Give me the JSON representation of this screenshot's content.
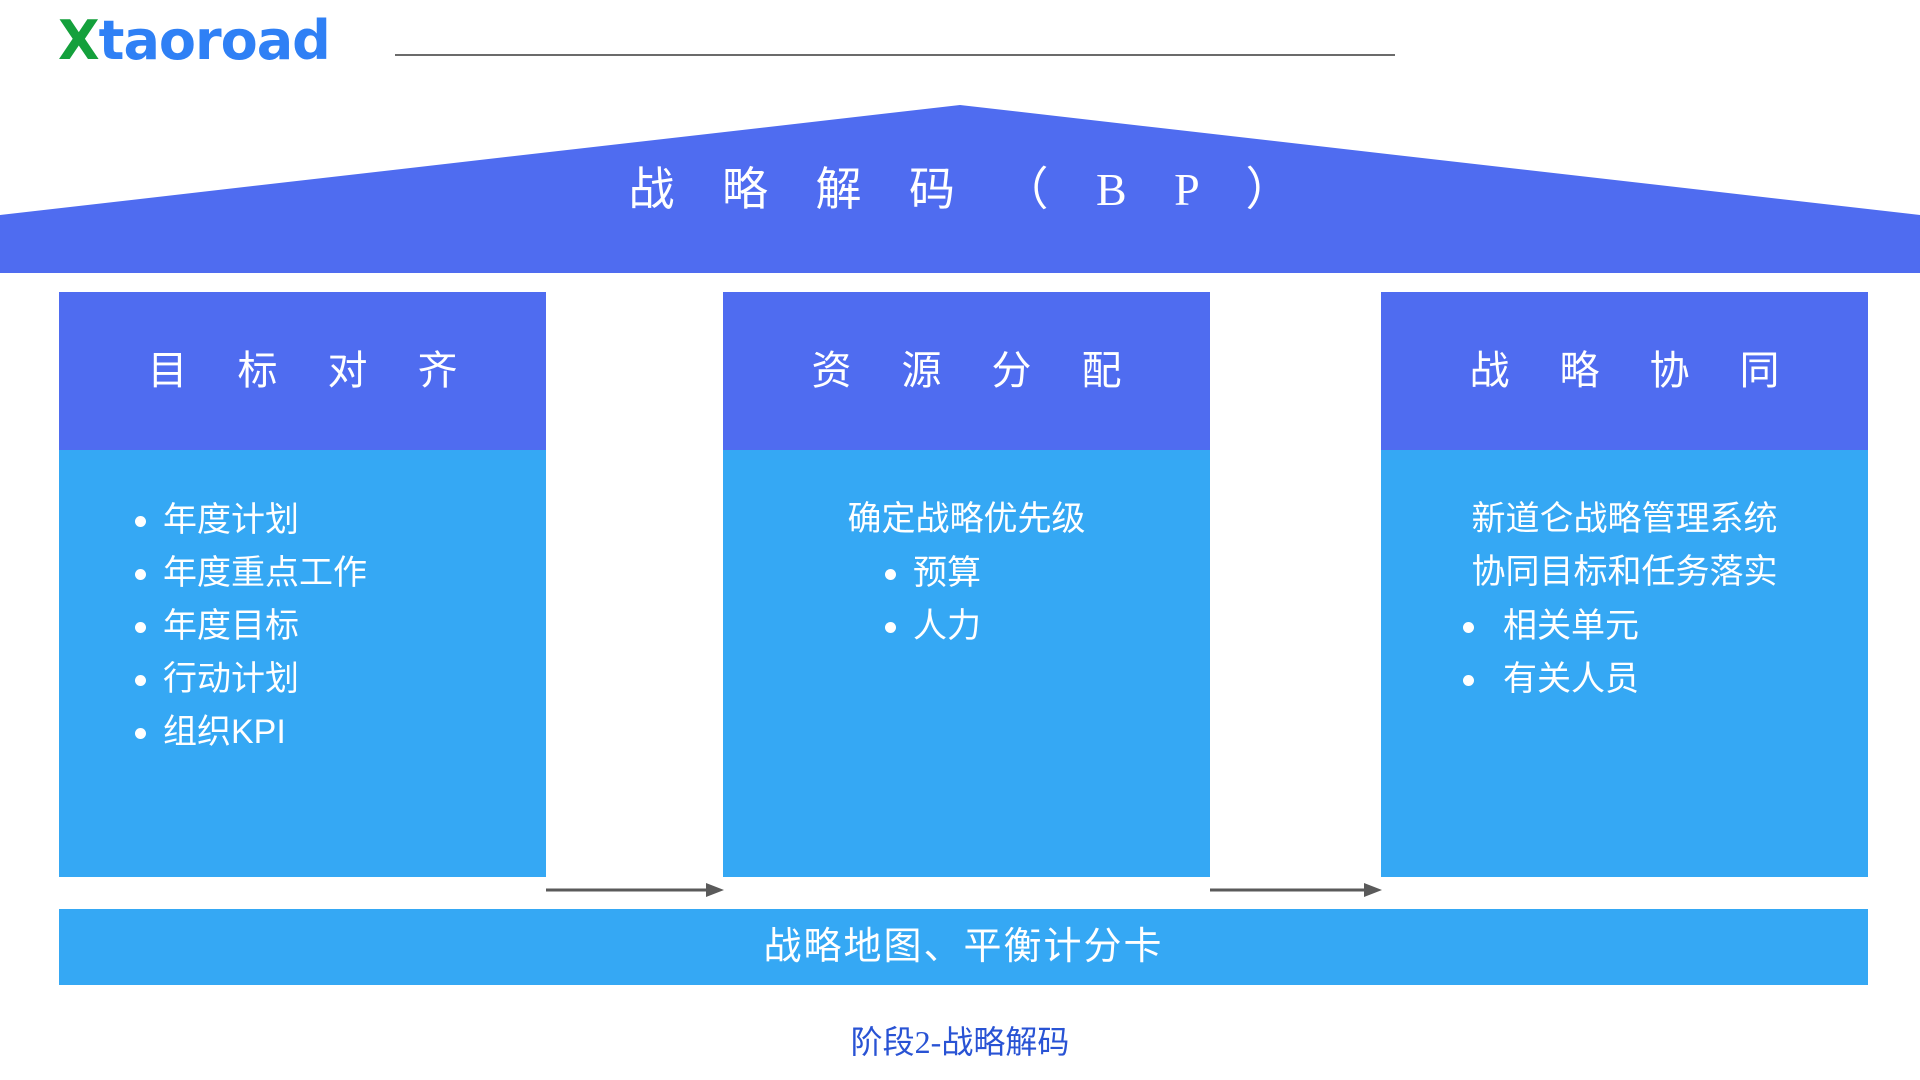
{
  "brand": {
    "logo_x": "X",
    "logo_rest": "taoroad",
    "logo_color_x": "#14a03c",
    "logo_color_rest": "#2f80f5",
    "rule_color": "#6b6b6b"
  },
  "roof": {
    "title": "战 略 解 码 （ B P ）",
    "fill_color": "#4f6cf0"
  },
  "colors": {
    "header_blue": "#4f6cf0",
    "body_blue": "#35a8f4",
    "arrow_gray": "#5a5a5a",
    "caption_blue": "#2953d4"
  },
  "pillars": [
    {
      "header": "目 标 对 齐",
      "lead": "",
      "bullets": [
        "年度计划",
        "年度重点工作",
        "年度目标",
        "行动计划",
        "组织KPI"
      ]
    },
    {
      "header": "资 源 分 配",
      "lead": "确定战略优先级",
      "bullets": [
        "预算",
        "人力"
      ]
    },
    {
      "header": "战 略 协 同",
      "lead": "新道仑战略管理系统\n协同目标和任务落实",
      "lead_line1": "新道仑战略管理系统",
      "lead_line2": "协同目标和任务落实",
      "bullets": [
        "相关单元",
        "有关人员"
      ]
    }
  ],
  "arrows": [
    {
      "name": "arrow-goal-to-resource"
    },
    {
      "name": "arrow-resource-to-synergy"
    }
  ],
  "base_bar": {
    "text": "战略地图、平衡计分卡"
  },
  "caption": {
    "text": "阶段2-战略解码"
  }
}
